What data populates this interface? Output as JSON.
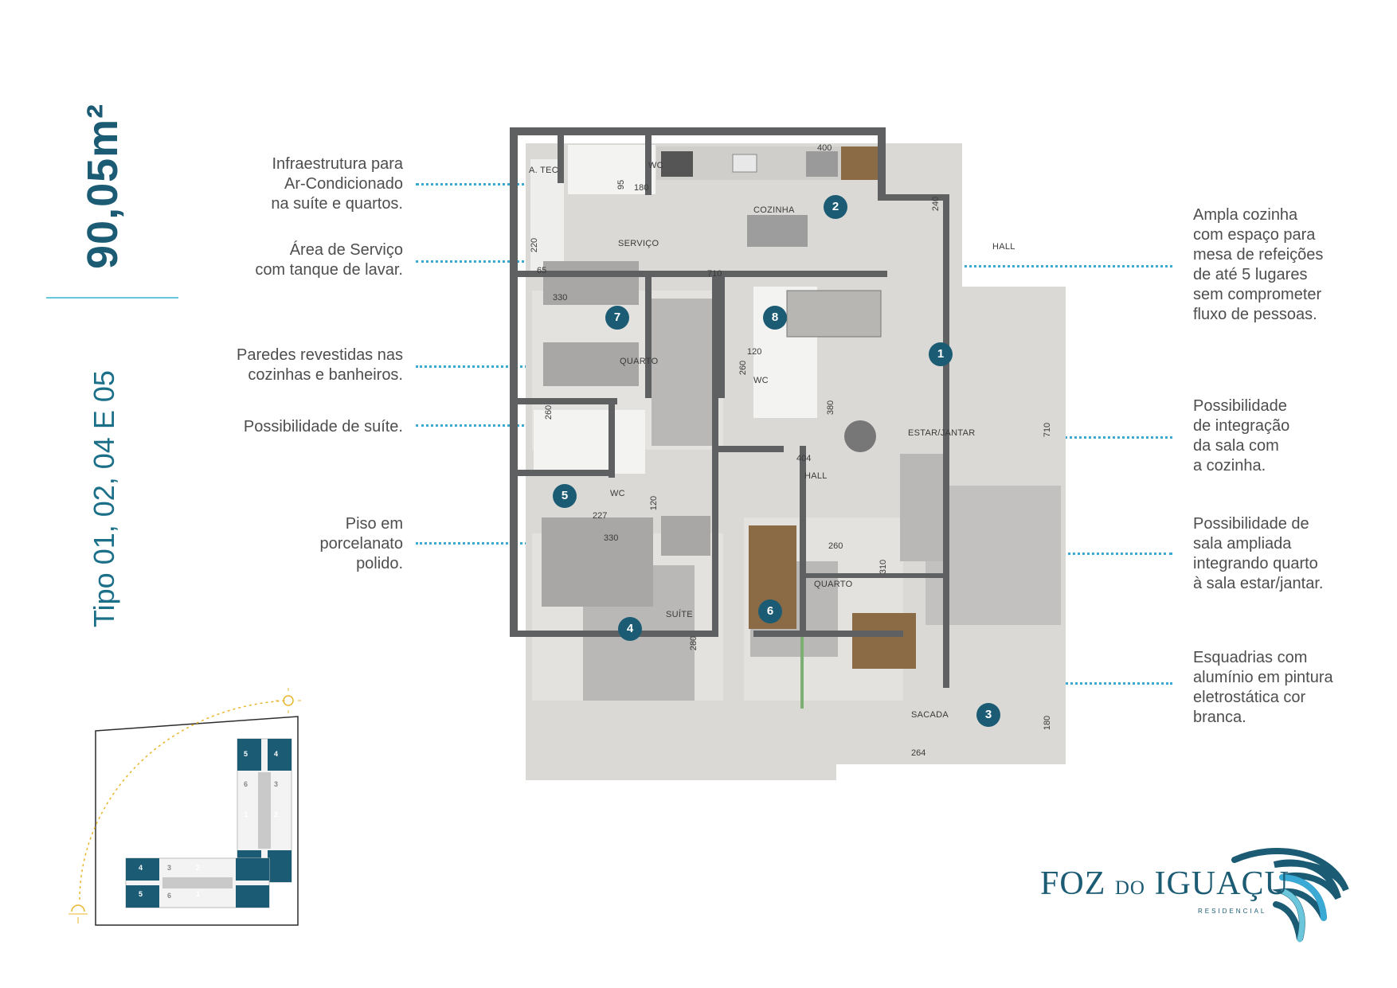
{
  "area": "90,05m²",
  "type": "Tipo 01, 02, 04 E 05",
  "left_notes": [
    "Infraestrutura para\nAr-Condicionado\nna suíte e quartos.",
    "Área de Serviço\ncom tanque de lavar.",
    "Paredes revestidas nas\ncozinhas e banheiros.",
    "Possibilidade de suíte.",
    "Piso em\nporcelanato\npolido."
  ],
  "right_notes": [
    "Ampla cozinha\ncom espaço para\nmesa de refeições\nde até 5 lugares\nsem comprometer\nfluxo de pessoas.",
    "Possibilidade\nde integração\nda sala com\na cozinha.",
    "Possibilidade de\nsala ampliada\nintegrando quarto\nà sala estar/jantar.",
    "Esquadrias com\nalumínio em pintura\neletrostática cor\nbranca."
  ],
  "rooms": {
    "atec": "A. TEC",
    "wc_top": "WC",
    "cozinha": "COZINHA",
    "servico": "SERVIÇO",
    "hall_top": "HALL",
    "quarto_7": "QUARTO",
    "wc_8": "WC",
    "estar_jantar": "ESTAR/JANTAR",
    "hall": "HALL",
    "wc_5": "WC",
    "quarto_6": "QUARTO",
    "suite": "SUÍTE",
    "sacada": "SACADA"
  },
  "dimensions": {
    "d400": "400",
    "d240": "240",
    "d95": "95",
    "d180a": "180",
    "d220": "220",
    "d65": "65",
    "d710a": "710",
    "d330a": "330",
    "d120a": "120",
    "d260a": "260",
    "d260b": "260",
    "d380": "380",
    "d404": "404",
    "d710b": "710",
    "d227": "227",
    "d120b": "120",
    "d330b": "330",
    "d260c": "260",
    "d310": "310",
    "d280": "280",
    "d180b": "180",
    "d264": "264"
  },
  "badges": [
    "1",
    "2",
    "3",
    "4",
    "5",
    "6",
    "7",
    "8"
  ],
  "block_a": {
    "top": [
      "5",
      "4"
    ],
    "mid": [
      "6",
      "3"
    ],
    "bottom": [
      "1",
      "2"
    ]
  },
  "block_b": {
    "left": [
      "4",
      "5"
    ],
    "mid": [
      "3",
      "6"
    ],
    "right": [
      "2",
      "1"
    ]
  },
  "logo": {
    "main_1": "FOZ",
    "main_2": "DO",
    "main_3": "IGUAÇU",
    "sub": "RESIDENCIAL"
  },
  "colors": {
    "brand": "#1b5b73",
    "accent": "#3aa9d4",
    "wall": "#5f6062",
    "floor": "#d8d6d3"
  }
}
